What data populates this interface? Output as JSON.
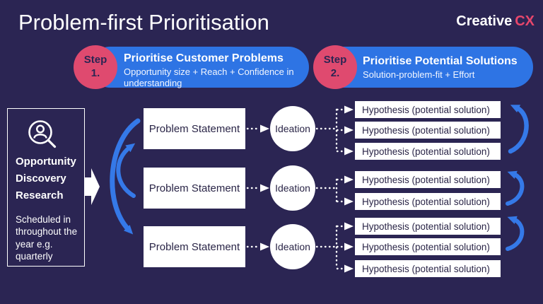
{
  "header": {
    "title": "Problem-first Prioritisation",
    "logo_text": "Creative",
    "logo_accent": "CX"
  },
  "steps": [
    {
      "badge_line1": "Step",
      "badge_line2": "1.",
      "title": "Prioritise Customer Problems",
      "subtitle": "Opportunity size + Reach + Confidence in understanding"
    },
    {
      "badge_line1": "Step",
      "badge_line2": "2.",
      "title": "Prioritise Potential Solutions",
      "subtitle": "Solution-problem-fit + Effort"
    }
  ],
  "discovery": {
    "title": "Opportunity Discovery Research",
    "note": "Scheduled in throughout the year e.g. quarterly"
  },
  "flow": {
    "problem_label": "Problem Statement",
    "ideation_label": "Ideation",
    "hypothesis_label": "Hypothesis (potential solution)",
    "groups": [
      {
        "hypotheses": 3
      },
      {
        "hypotheses": 2
      },
      {
        "hypotheses": 3
      }
    ]
  },
  "colors": {
    "background": "#2b2553",
    "pill_blue": "#2e74e4",
    "badge_pink": "#df4a6f",
    "arrow_blue": "#3579e8",
    "logo_accent": "#e8476c",
    "box_text": "#2a2547",
    "white": "#ffffff"
  }
}
